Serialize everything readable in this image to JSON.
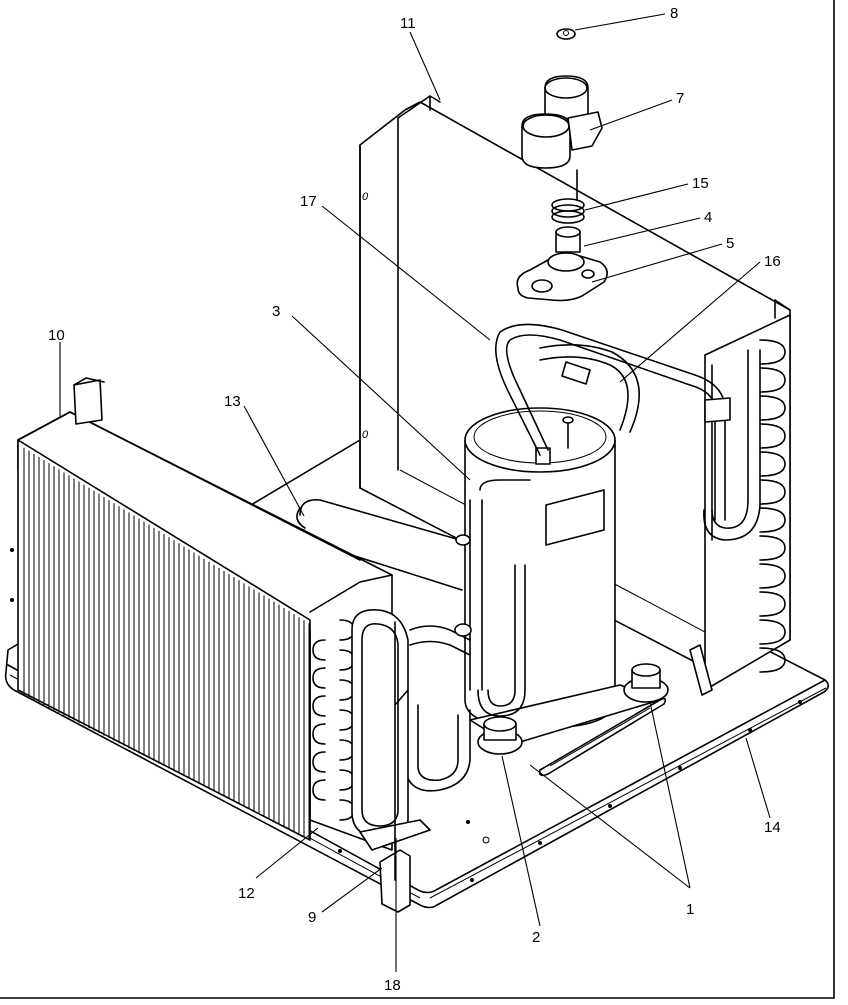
{
  "diagram": {
    "callouts": [
      {
        "label": "1"
      },
      {
        "label": "2"
      },
      {
        "label": "3"
      },
      {
        "label": "4"
      },
      {
        "label": "5"
      },
      {
        "label": "7"
      },
      {
        "label": "8"
      },
      {
        "label": "9"
      },
      {
        "label": "10"
      },
      {
        "label": "11"
      },
      {
        "label": "12"
      },
      {
        "label": "13"
      },
      {
        "label": "14"
      },
      {
        "label": "15"
      },
      {
        "label": "16"
      },
      {
        "label": "17"
      },
      {
        "label": "18"
      }
    ]
  }
}
